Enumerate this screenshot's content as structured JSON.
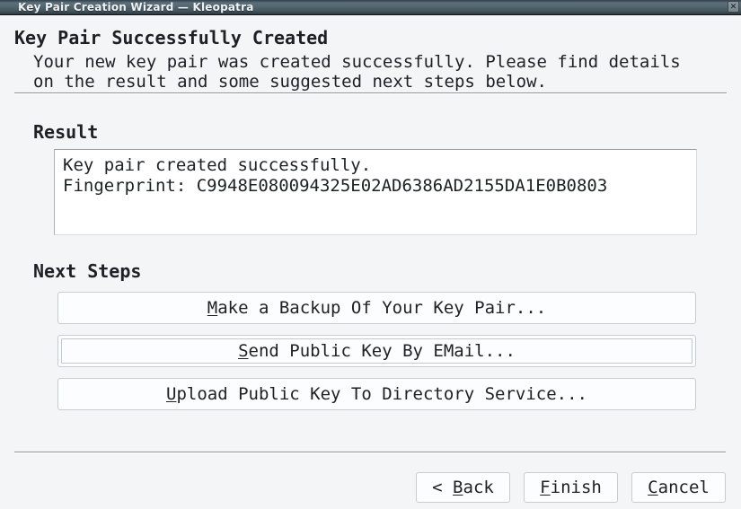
{
  "window": {
    "title": "Key Pair Creation Wizard — Kleopatra",
    "close_glyph": "✕"
  },
  "header": {
    "title": "Key Pair Successfully Created",
    "subtitle_line1": "Your new key pair was created successfully. Please find details",
    "subtitle_line2": "on the result and some suggested next steps below."
  },
  "result": {
    "label": "Result",
    "lines": [
      "Key pair created successfully.",
      "Fingerprint: C9948E080094325E02AD6386AD2155DA1E0B0803"
    ]
  },
  "next_steps": {
    "label": "Next Steps",
    "buttons": [
      {
        "pre": "",
        "accel": "M",
        "post": "ake a Backup Of Your Key Pair...",
        "focused": false
      },
      {
        "pre": "",
        "accel": "S",
        "post": "end Public Key By EMail...",
        "focused": true
      },
      {
        "pre": "",
        "accel": "U",
        "post": "pload Public Key To Directory Service...",
        "focused": false
      }
    ]
  },
  "footer": {
    "buttons": [
      {
        "pre": "< ",
        "accel": "B",
        "post": "ack"
      },
      {
        "pre": "",
        "accel": "F",
        "post": "inish"
      },
      {
        "pre": "",
        "accel": "C",
        "post": "ancel"
      }
    ]
  },
  "colors": {
    "titlebar": "#4e616b",
    "background": "#f4f5f7",
    "button_background": "#fcfdfe",
    "text": "#1d2024"
  }
}
